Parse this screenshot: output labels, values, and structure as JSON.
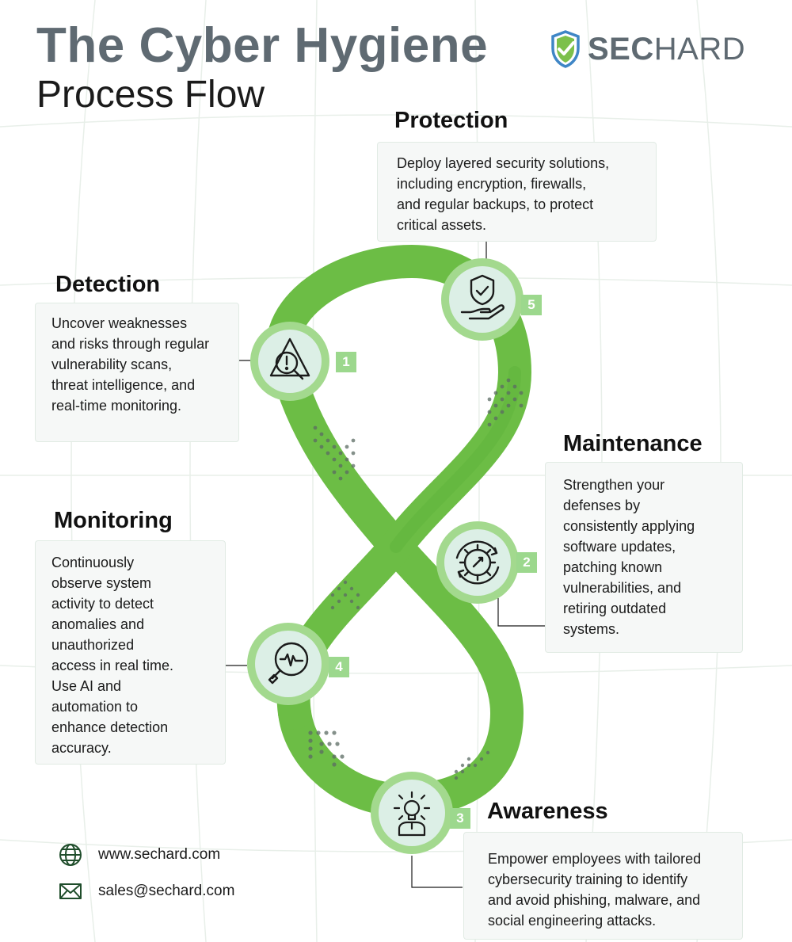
{
  "header": {
    "title_line1": "The Cyber Hygiene",
    "title_line2": "Process Flow",
    "logo_bold": "SEC",
    "logo_light": "HARD"
  },
  "steps": [
    {
      "number": "1",
      "title": "Detection",
      "icon": "vulnerability-search-icon",
      "lines": [
        "Uncover weaknesses",
        "and risks through regular",
        "vulnerability scans,",
        "threat intelligence, and",
        "real-time monitoring."
      ]
    },
    {
      "number": "2",
      "title": "Maintenance",
      "icon": "gear-update-icon",
      "lines": [
        "Strengthen your",
        "defenses by",
        "consistently applying",
        "software updates,",
        "patching known",
        "vulnerabilities, and",
        "retiring outdated",
        "systems."
      ]
    },
    {
      "number": "3",
      "title": "Awareness",
      "icon": "lightbulb-person-icon",
      "lines": [
        "Empower employees with tailored",
        "cybersecurity training to identify",
        "and avoid phishing, malware, and",
        "social engineering attacks."
      ]
    },
    {
      "number": "4",
      "title": "Monitoring",
      "icon": "magnifier-pulse-icon",
      "lines": [
        "Continuously",
        "observe system",
        "activity to detect",
        "anomalies and",
        "unauthorized",
        "access in real time.",
        "Use AI and",
        "automation to",
        "enhance detection",
        "accuracy."
      ]
    },
    {
      "number": "5",
      "title": "Protection",
      "icon": "shield-hand-icon",
      "lines": [
        "Deploy layered security solutions,",
        "including encryption, firewalls,",
        "and regular backups, to protect",
        "critical assets."
      ]
    }
  ],
  "contact": {
    "website": "www.sechard.com",
    "email": "sales@sechard.com"
  },
  "colors": {
    "green_band": "#6cbd45",
    "circle_ring": "#a3d98e",
    "circle_fill": "#dcefe6",
    "badge": "#9cd88d",
    "title_gray": "#5f6a72"
  }
}
